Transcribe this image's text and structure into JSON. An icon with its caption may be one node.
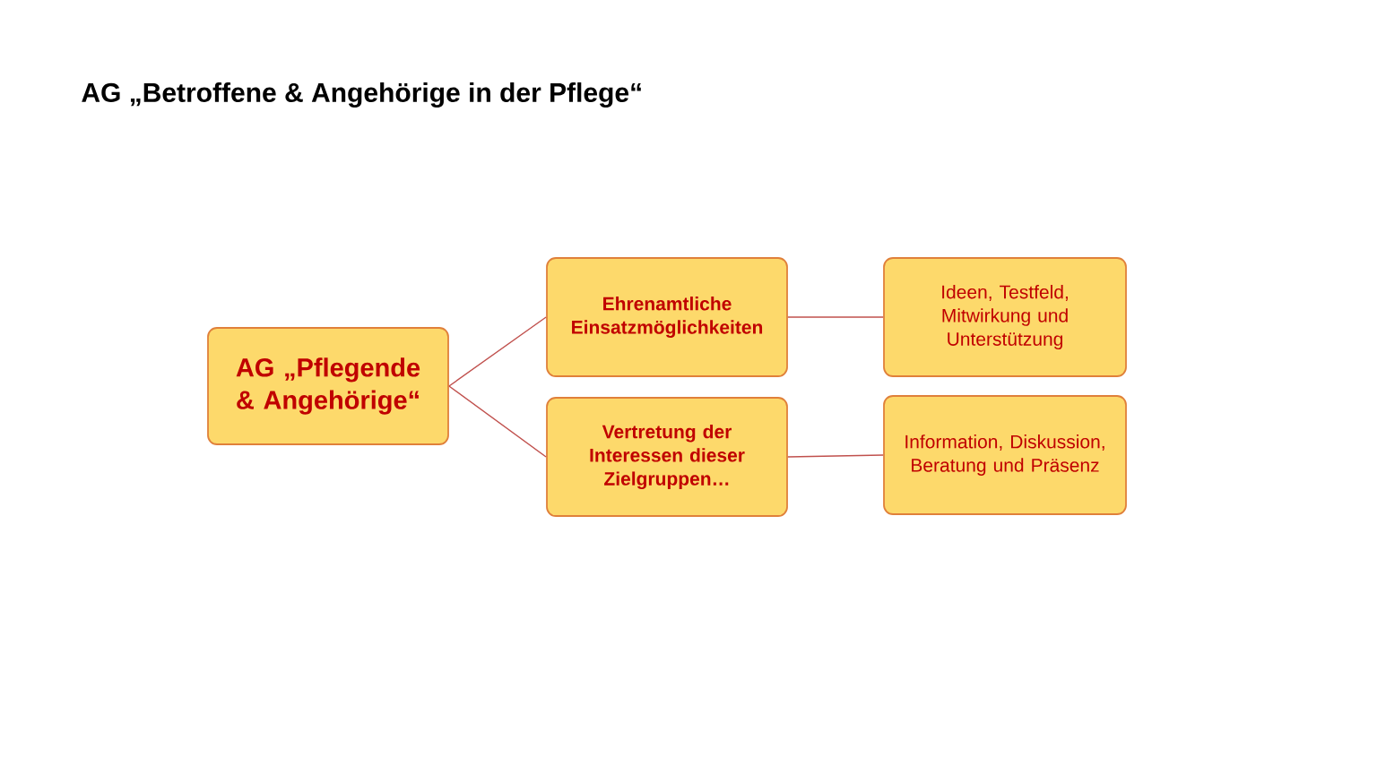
{
  "diagram": {
    "title": "AG „Betroffene & Angehörige in der Pflege“",
    "nodes": [
      {
        "text": [
          "AG „Pflegende & Angehörige“"
        ]
      },
      {
        "text": [
          "Ehrenamtliche Einsatzmöglichkeiten"
        ]
      },
      {
        "text": [
          "Vertretung der Interessen dieser Zielgruppen…"
        ]
      },
      {
        "text": [
          "Ideen, Testfeld, Mitwirkung und Unterstützung"
        ]
      },
      {
        "text": [
          "Information, Diskussion, Beratung und Präsenz"
        ]
      }
    ],
    "edges": [
      {
        "from": 0,
        "to": 1,
        "arrow": "none"
      },
      {
        "from": 0,
        "to": 2,
        "arrow": "none"
      },
      {
        "from": 1,
        "to": 3,
        "arrow": "none"
      },
      {
        "from": 2,
        "to": 4,
        "arrow": "none"
      }
    ]
  }
}
